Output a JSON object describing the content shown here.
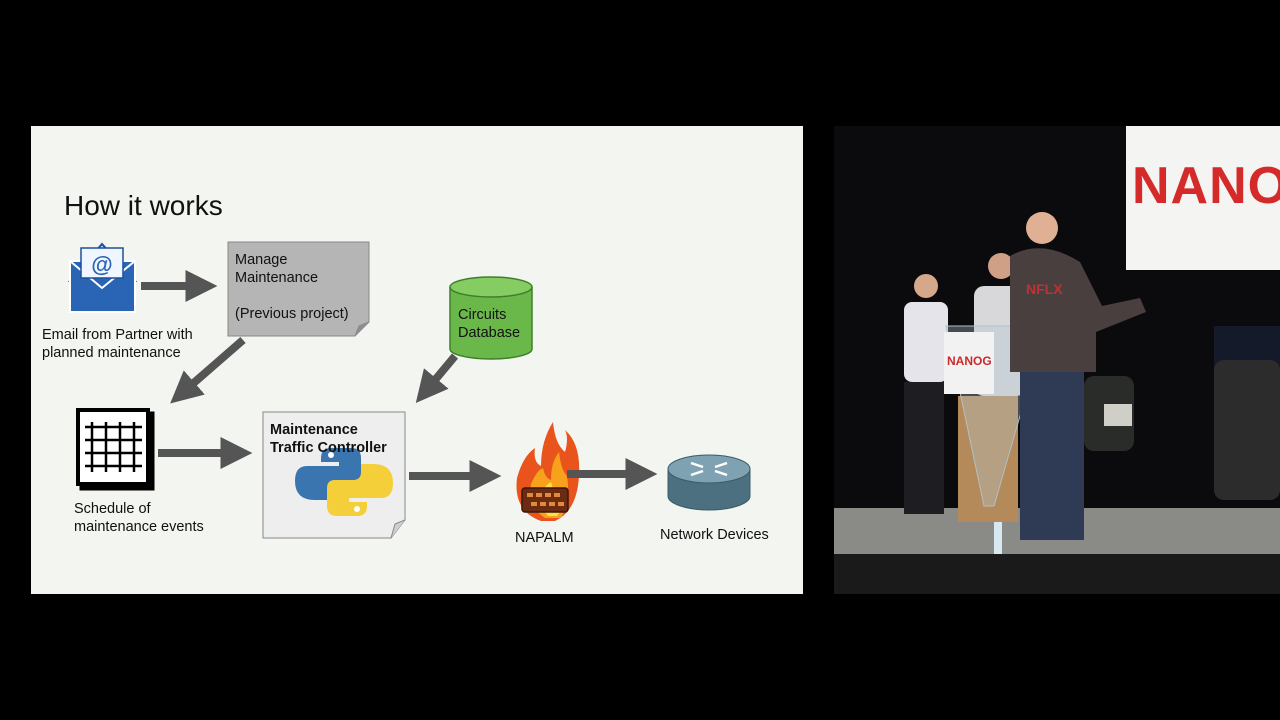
{
  "slide": {
    "title": "How it works",
    "email_label_1": "Email from Partner with",
    "email_label_2": "planned maintenance",
    "manage_box_1": "Manage",
    "manage_box_2": "Maintenance",
    "manage_box_3": "(Previous project)",
    "circuits_1": "Circuits",
    "circuits_2": "Database",
    "controller_1": "Maintenance",
    "controller_2": "Traffic Controller",
    "schedule_1": "Schedule of",
    "schedule_2": "maintenance events",
    "napalm": "NAPALM",
    "network": "Network Devices",
    "email_icon_symbol": "@"
  },
  "video": {
    "banner_text": "NANOG",
    "podium_text": "NANOG"
  },
  "colors": {
    "arrow": "#555555",
    "manage_box": "#b5b5b5",
    "database": "#6bb84a",
    "controller_box": "#eeeeee",
    "router": "#5b7f8f",
    "flame": "#e8541c",
    "brand_red": "#d42a2a"
  }
}
